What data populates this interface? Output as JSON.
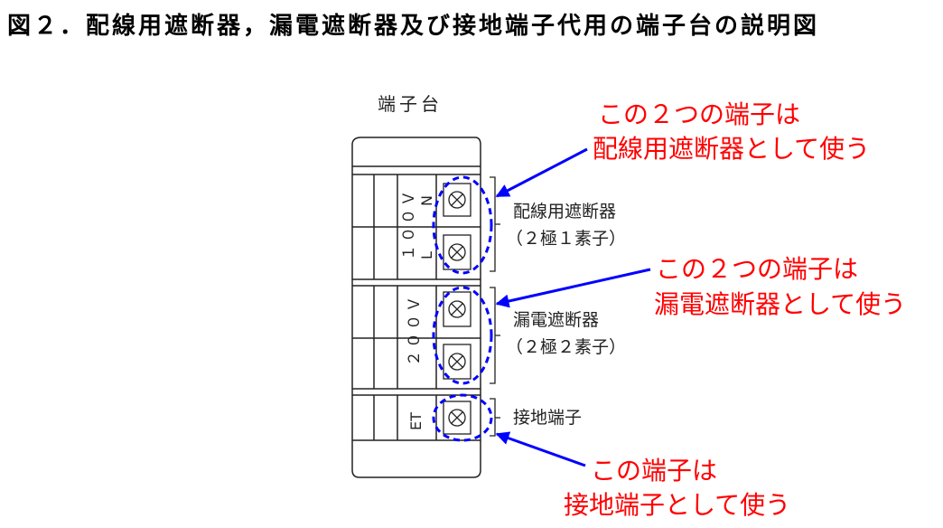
{
  "title": "図２．配線用遮断器，漏電遮断器及び接地端子代用の端子台の説明図",
  "diagram": {
    "block_label": "端子台",
    "voltage_labels": {
      "v100": "１００Ｖ",
      "n": "N",
      "l": "L",
      "v200": "２００Ｖ",
      "et": "ET"
    },
    "groups": [
      {
        "label_line1": "配線用遮断器",
        "label_line2": "（２極１素子）"
      },
      {
        "label_line1": "漏電遮断器",
        "label_line2": "（２極２素子）"
      },
      {
        "label_line1": "接地端子",
        "label_line2": ""
      }
    ],
    "callouts": [
      {
        "line1": "この２つの端子は",
        "line2": "配線用遮断器として使う"
      },
      {
        "line1": "この２つの端子は",
        "line2": "漏電遮断器として使う"
      },
      {
        "line1": "この端子は",
        "line2": "接地端子として使う"
      }
    ]
  },
  "colors": {
    "callout_text": "#ff0000",
    "arrow": "#0000ff",
    "highlight": "#0000ff",
    "line": "#222222"
  }
}
